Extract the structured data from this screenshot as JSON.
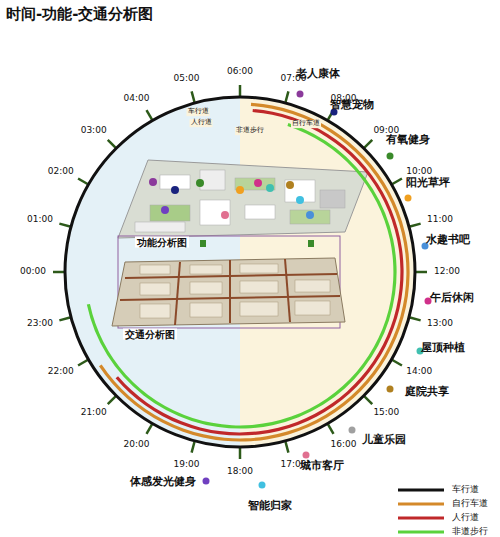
{
  "diagram": {
    "title": "时间-功能-交通分析图",
    "labels": [
      "00:00",
      "01:00",
      "02:00",
      "03:00",
      "04:00",
      "05:00",
      "06:00",
      "07:00",
      "08:00",
      "09:00",
      "10:00",
      "11:00",
      "12:00",
      "13:00",
      "14:00",
      "15:00",
      "16:00",
      "17:00",
      "18:00",
      "19:00",
      "20:00",
      "21:00",
      "22:00",
      "23:00",
      "老人康体",
      "智慧宠物",
      "有氧健身",
      "阳光草坪",
      "水趣书吧",
      "午后休闲",
      "屋顶种植",
      "庭院共享",
      "儿童乐园",
      "城市客厅",
      "智能归家",
      "体感发光健身",
      "车行道",
      "人行道",
      "自行车道",
      "非道步行",
      "功能分析图",
      "交通分析图"
    ],
    "legend": [
      {
        "text": "车行道",
        "color": "#111111"
      },
      {
        "text": "自行车道",
        "color": "#d4892a"
      },
      {
        "text": "人行道",
        "color": "#c0282a"
      },
      {
        "text": "非道步行",
        "color": "#5ad23c"
      }
    ]
  }
}
